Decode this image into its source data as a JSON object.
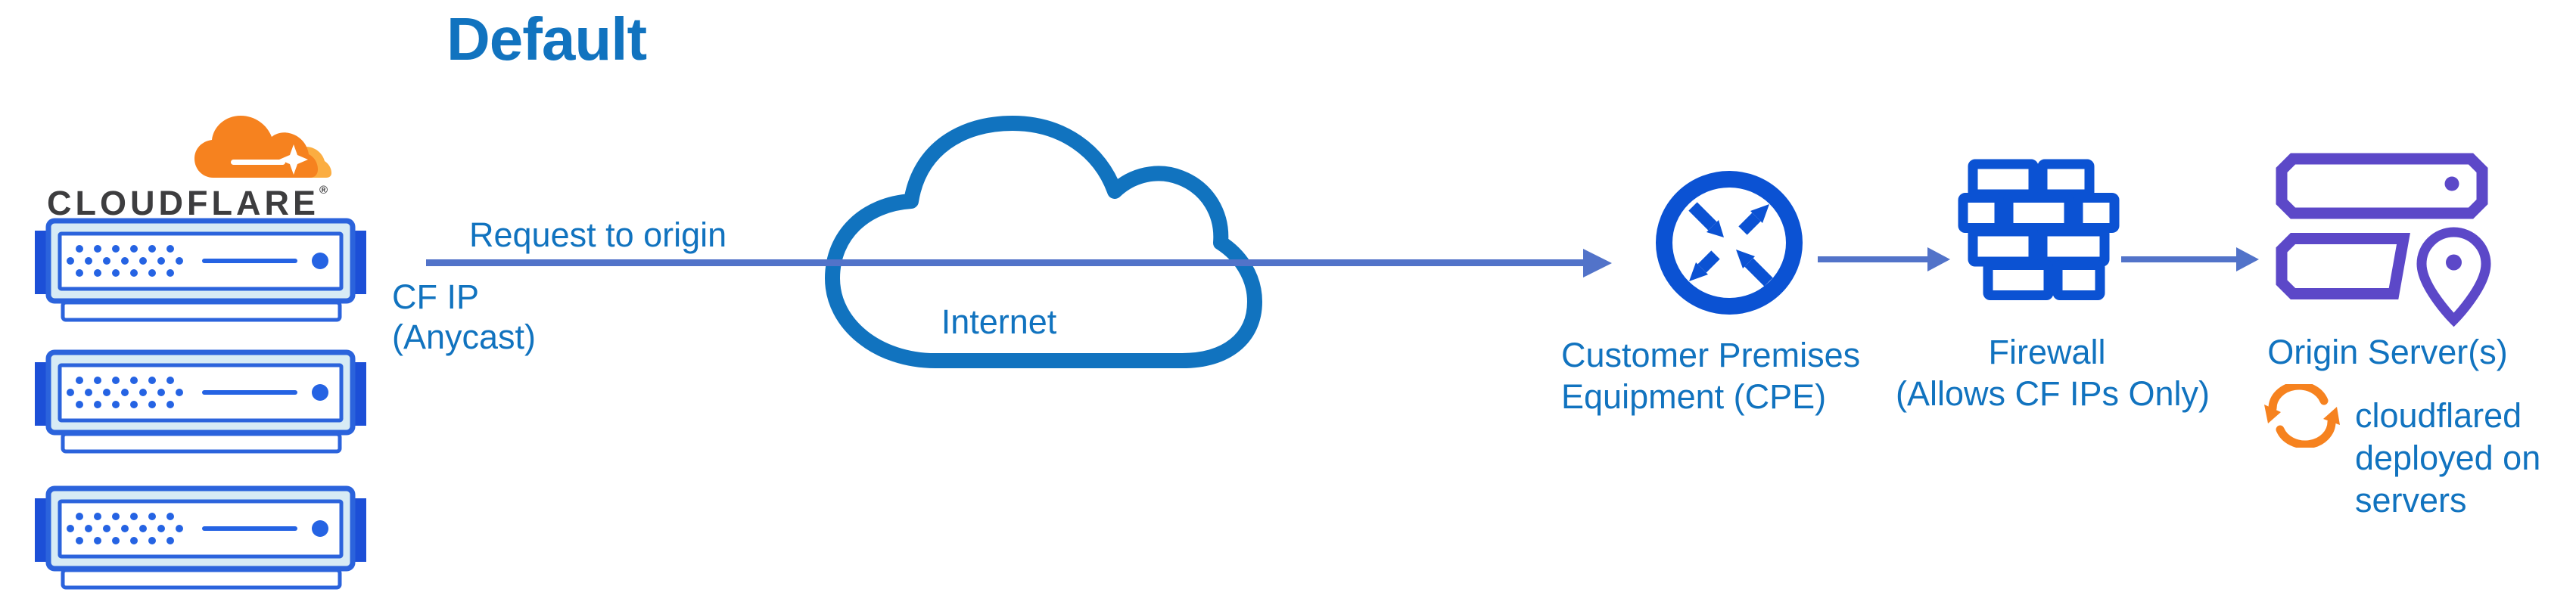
{
  "diagram": {
    "title": "Default",
    "brand": {
      "wordmark": "CLOUDFLARE",
      "registered": "®"
    },
    "edge": {
      "request_label": "Request to origin",
      "ip_label_line1": "CF IP",
      "ip_label_line2": "(Anycast)"
    },
    "internet": {
      "label": "Internet"
    },
    "cpe": {
      "label_line1": "Customer Premises",
      "label_line2": "Equipment (CPE)"
    },
    "firewall": {
      "label_line1": "Firewall",
      "label_line2": "(Allows CF IPs Only)"
    },
    "origin": {
      "label": "Origin Server(s)"
    },
    "cloudflared": {
      "line1": "cloudflared",
      "line2": "deployed on",
      "line3": "servers"
    },
    "icons": {
      "cloudflare-logo-icon": "orange cloudflare cloud logo",
      "cf-server-icon": "blue edge server box (x3)",
      "internet-cloud-icon": "outlined cloud",
      "cpe-router-icon": "circle with four in/out arrows",
      "firewall-brick-icon": "brick wall",
      "origin-servers-icon": "two purple server bars",
      "location-pin-icon": "purple map pin",
      "sync-arrows-icon": "orange circular sync arrows"
    },
    "colors": {
      "title_blue": "#1173bf",
      "label_blue": "#1173bf",
      "connector_blue": "#5273c9",
      "icon_blue": "#0b52d3",
      "server_border_blue": "#2b63dc",
      "server_dot_blue": "#2563e3",
      "server_tab_blue": "#1c4fd7",
      "server_fill_light": "#d7ebf5",
      "origin_purple": "#5c48c8",
      "cloudflare_orange": "#f6821f",
      "cloudflare_orange_light": "#fbad41",
      "wordmark_dark": "#3d3d3f"
    }
  }
}
